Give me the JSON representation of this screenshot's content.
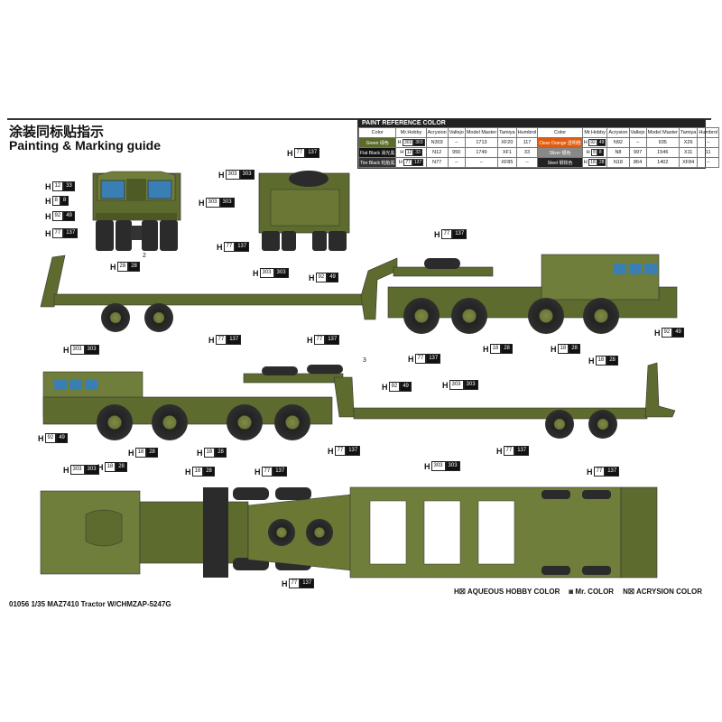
{
  "title_cn": "涂装同标贴指示",
  "title_en": "Painting & Marking guide",
  "paint_table": {
    "header": "PAINT REFERENCE COLOR",
    "columns": [
      "Color",
      "Mr.Hobby",
      "Acrysion",
      "Vallejo",
      "Model Master",
      "Tamiya",
      "Humbrol"
    ],
    "left": [
      {
        "color": "Green\n绿色",
        "swatch": "#5a6b2a",
        "hobby": [
          "H",
          "303",
          "303"
        ],
        "acrysion": "N303",
        "vallejo": "--",
        "mm": "1713",
        "tamiya": "XF20",
        "humbrol": "117"
      },
      {
        "color": "Flat Black\n消光黑",
        "swatch": "#111111",
        "hobby": [
          "H",
          "12",
          "33"
        ],
        "acrysion": "N12",
        "vallejo": "950",
        "mm": "1749",
        "tamiya": "XF1",
        "humbrol": "33"
      },
      {
        "color": "Tire Black\n轮胎黑",
        "swatch": "#333333",
        "hobby": [
          "H",
          "77",
          "137"
        ],
        "acrysion": "N77",
        "vallejo": "--",
        "mm": "--",
        "tamiya": "XF85",
        "humbrol": "--"
      }
    ],
    "right": [
      {
        "color": "Clear Orange\n透明橙",
        "swatch": "#e05c10",
        "hobby": [
          "H",
          "92",
          "49"
        ],
        "acrysion": "N92",
        "vallejo": "--",
        "mm": "935",
        "tamiya": "X26",
        "humbrol": "--"
      },
      {
        "color": "Silver\n银色",
        "swatch": "#888888",
        "hobby": [
          "H",
          "8",
          "8"
        ],
        "acrysion": "N8",
        "vallejo": "997",
        "mm": "1546",
        "tamiya": "X11",
        "humbrol": "11"
      },
      {
        "color": "Steel\n钢铁色",
        "swatch": "#222222",
        "hobby": [
          "H",
          "18",
          "28"
        ],
        "acrysion": "N18",
        "vallejo": "864",
        "mm": "1402",
        "tamiya": "XF84",
        "humbrol": "--"
      }
    ]
  },
  "callouts": [
    {
      "h": "77",
      "c": "137",
      "id": "front-top"
    },
    {
      "h": "303",
      "c": "303",
      "id": "rear-top"
    },
    {
      "h": "12",
      "c": "33",
      "id": "front-l1"
    },
    {
      "h": "8",
      "c": "8",
      "id": "front-l2"
    },
    {
      "h": "92",
      "c": "49",
      "id": "front-l3"
    },
    {
      "h": "77",
      "c": "137",
      "id": "front-l4"
    },
    {
      "h": "303",
      "c": "303",
      "id": "front-r1"
    },
    {
      "h": "77",
      "c": "137",
      "id": "rear-bottom"
    },
    {
      "h": "28",
      "c": "28",
      "id": "side1-ramp"
    },
    {
      "h": "303",
      "c": "303",
      "id": "side1-deck"
    },
    {
      "h": "92",
      "c": "49",
      "id": "side1-neck"
    },
    {
      "h": "77",
      "c": "137",
      "id": "side1-top"
    },
    {
      "h": "77",
      "c": "137",
      "id": "side1-wheel"
    },
    {
      "h": "92",
      "c": "49",
      "id": "side1-front"
    },
    {
      "h": "18",
      "c": "28",
      "id": "side1-b1"
    },
    {
      "h": "18",
      "c": "28",
      "id": "side1-b2"
    },
    {
      "h": "18",
      "c": "28",
      "id": "side1-b3"
    },
    {
      "h": "77",
      "c": "137",
      "id": "side1-b4"
    },
    {
      "h": "303",
      "c": "303",
      "id": "side2-top"
    },
    {
      "h": "77",
      "c": "137",
      "id": "side2-spare"
    },
    {
      "h": "92",
      "c": "49",
      "id": "side2-neck"
    },
    {
      "h": "303",
      "c": "303",
      "id": "side2-deck"
    },
    {
      "h": "92",
      "c": "49",
      "id": "side2-front"
    },
    {
      "h": "18",
      "c": "28",
      "id": "side2-b1"
    },
    {
      "h": "18",
      "c": "28",
      "id": "side2-b2"
    },
    {
      "h": "18",
      "c": "28",
      "id": "side2-b3"
    },
    {
      "h": "77",
      "c": "137",
      "id": "side2-b4"
    },
    {
      "h": "77",
      "c": "137",
      "id": "side2-b5"
    },
    {
      "h": "303",
      "c": "303",
      "id": "top-cab"
    },
    {
      "h": "18",
      "c": "28",
      "id": "top-chassis"
    },
    {
      "h": "77",
      "c": "137",
      "id": "top-wheels"
    },
    {
      "h": "303",
      "c": "303",
      "id": "top-deck"
    },
    {
      "h": "77",
      "c": "137",
      "id": "top-rear"
    },
    {
      "h": "77",
      "c": "137",
      "id": "top-bottom"
    }
  ],
  "notes": {
    "n2": "2",
    "n3": "3"
  },
  "footer": "01056 1/35 MAZ7410 Tractor W/CHMZAP-5247G",
  "legend": {
    "h": "H☒ AQUEOUS HOBBY COLOR",
    "m": "◙ Mr. COLOR",
    "n": "N☒ ACRYSION COLOR"
  },
  "colors": {
    "olive": "#5d6b2e",
    "olive_light": "#6f7e3a",
    "tire": "#2b2b2b",
    "glass": "#3a7fb3"
  }
}
